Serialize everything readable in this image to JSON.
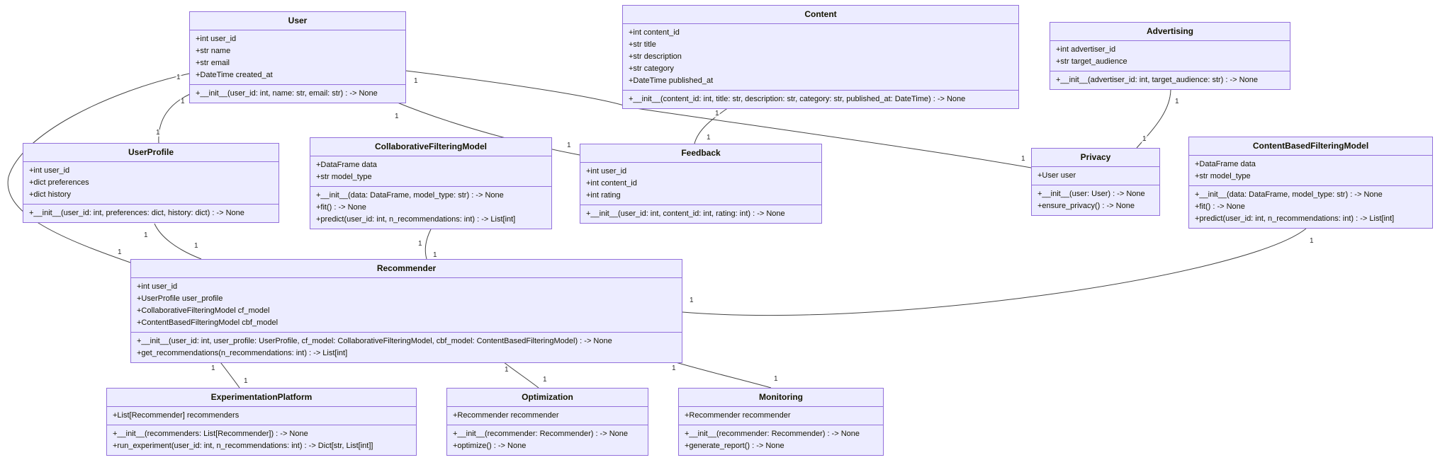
{
  "diagram_type": "uml-class-diagram",
  "colors": {
    "box_fill": "#ECECFF",
    "box_border": "#9370DB",
    "edge_line": "#444444",
    "background": "#ffffff"
  },
  "classes": [
    {
      "id": "User",
      "title": "User",
      "attributes": [
        "+int user_id",
        "+str name",
        "+str email",
        "+DateTime created_at"
      ],
      "methods": [
        "+__init__(user_id: int, name: str, email: str) : -> None"
      ]
    },
    {
      "id": "Content",
      "title": "Content",
      "attributes": [
        "+int content_id",
        "+str title",
        "+str description",
        "+str category",
        "+DateTime published_at"
      ],
      "methods": [
        "+__init__(content_id: int, title: str, description: str, category: str, published_at: DateTime) : -> None"
      ]
    },
    {
      "id": "Advertising",
      "title": "Advertising",
      "attributes": [
        "+int advertiser_id",
        "+str target_audience"
      ],
      "methods": [
        "+__init__(advertiser_id: int, target_audience: str) : -> None"
      ]
    },
    {
      "id": "UserProfile",
      "title": "UserProfile",
      "attributes": [
        "+int user_id",
        "+dict preferences",
        "+dict history"
      ],
      "methods": [
        "+__init__(user_id: int, preferences: dict, history: dict) : -> None"
      ]
    },
    {
      "id": "CollaborativeFilteringModel",
      "title": "CollaborativeFilteringModel",
      "attributes": [
        "+DataFrame data",
        "+str model_type"
      ],
      "methods": [
        "+__init__(data: DataFrame, model_type: str) : -> None",
        "+fit() : -> None",
        "+predict(user_id: int, n_recommendations: int) : -> List[int]"
      ]
    },
    {
      "id": "Feedback",
      "title": "Feedback",
      "attributes": [
        "+int user_id",
        "+int content_id",
        "+int rating"
      ],
      "methods": [
        "+__init__(user_id: int, content_id: int, rating: int) : -> None"
      ]
    },
    {
      "id": "Privacy",
      "title": "Privacy",
      "attributes": [
        "+User user"
      ],
      "methods": [
        "+__init__(user: User) : -> None",
        "+ensure_privacy() : -> None"
      ]
    },
    {
      "id": "ContentBasedFilteringModel",
      "title": "ContentBasedFilteringModel",
      "attributes": [
        "+DataFrame data",
        "+str model_type"
      ],
      "methods": [
        "+__init__(data: DataFrame, model_type: str) : -> None",
        "+fit() : -> None",
        "+predict(user_id: int, n_recommendations: int) : -> List[int]"
      ]
    },
    {
      "id": "Recommender",
      "title": "Recommender",
      "attributes": [
        "+int user_id",
        "+UserProfile user_profile",
        "+CollaborativeFilteringModel cf_model",
        "+ContentBasedFilteringModel cbf_model"
      ],
      "methods": [
        "+__init__(user_id: int, user_profile: UserProfile, cf_model: CollaborativeFilteringModel, cbf_model: ContentBasedFilteringModel) : -> None",
        "+get_recommendations(n_recommendations: int) : -> List[int]"
      ]
    },
    {
      "id": "ExperimentationPlatform",
      "title": "ExperimentationPlatform",
      "attributes": [
        "+List[Recommender] recommenders"
      ],
      "methods": [
        "+__init__(recommenders: List[Recommender]) : -> None",
        "+run_experiment(user_id: int, n_recommendations: int) : -> Dict[str, List[int]]"
      ]
    },
    {
      "id": "Optimization",
      "title": "Optimization",
      "attributes": [
        "+Recommender recommender"
      ],
      "methods": [
        "+__init__(recommender: Recommender) : -> None",
        "+optimize() : -> None"
      ]
    },
    {
      "id": "Monitoring",
      "title": "Monitoring",
      "attributes": [
        "+Recommender recommender"
      ],
      "methods": [
        "+__init__(recommender: Recommender) : -> None",
        "+generate_report() : -> None"
      ]
    }
  ],
  "relationships": [
    {
      "from": "User",
      "to": "UserProfile",
      "from_cardinality": "1",
      "to_cardinality": "1"
    },
    {
      "from": "User",
      "to": "Recommender",
      "from_cardinality": "1",
      "to_cardinality": "1"
    },
    {
      "from": "User",
      "to": "Feedback",
      "from_cardinality": "1",
      "to_cardinality": "1"
    },
    {
      "from": "User",
      "to": "Privacy",
      "from_cardinality": "1",
      "to_cardinality": "1"
    },
    {
      "from": "UserProfile",
      "to": "Recommender",
      "from_cardinality": "1",
      "to_cardinality": "1"
    },
    {
      "from": "Content",
      "to": "Feedback",
      "from_cardinality": "1",
      "to_cardinality": "1"
    },
    {
      "from": "CollaborativeFilteringModel",
      "to": "Recommender",
      "from_cardinality": "1",
      "to_cardinality": "1"
    },
    {
      "from": "ContentBasedFilteringModel",
      "to": "Recommender",
      "from_cardinality": "1",
      "to_cardinality": "1"
    },
    {
      "from": "Advertising",
      "to": "Privacy",
      "from_cardinality": "1",
      "to_cardinality": "1"
    },
    {
      "from": "Recommender",
      "to": "ExperimentationPlatform",
      "from_cardinality": "1",
      "to_cardinality": "1"
    },
    {
      "from": "Recommender",
      "to": "Optimization",
      "from_cardinality": "1",
      "to_cardinality": "1"
    },
    {
      "from": "Recommender",
      "to": "Monitoring",
      "from_cardinality": "1",
      "to_cardinality": "1"
    }
  ]
}
